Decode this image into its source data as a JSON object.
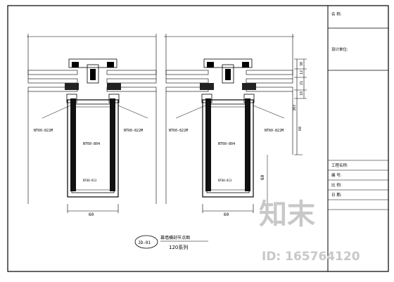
{
  "title_block": {
    "project_label": "名 称:",
    "design_unit_label": "设计单位:",
    "drawing_name_label": "工程名称:",
    "number_label": "编 号:",
    "scale_label": "比 例:",
    "date_label": "日 期:"
  },
  "detail": {
    "tag": "JD-01",
    "title": "幕墙横剖节点图",
    "series": "120系列"
  },
  "left_node": {
    "part_codes": [
      "NT60-822M",
      "NT60-822M",
      "NT60-804",
      "NT60-813"
    ],
    "width_dim": "60",
    "side_dims": [
      "30",
      "12",
      "21",
      "18",
      "303",
      "60"
    ]
  },
  "right_node": {
    "part_codes": [
      "NT60-822M",
      "NT60-822M",
      "NT60-804",
      "NT60-813"
    ],
    "width_dim": "60",
    "height_dim": "60"
  },
  "watermark": {
    "text": "知末",
    "id": "ID: 165764120"
  }
}
